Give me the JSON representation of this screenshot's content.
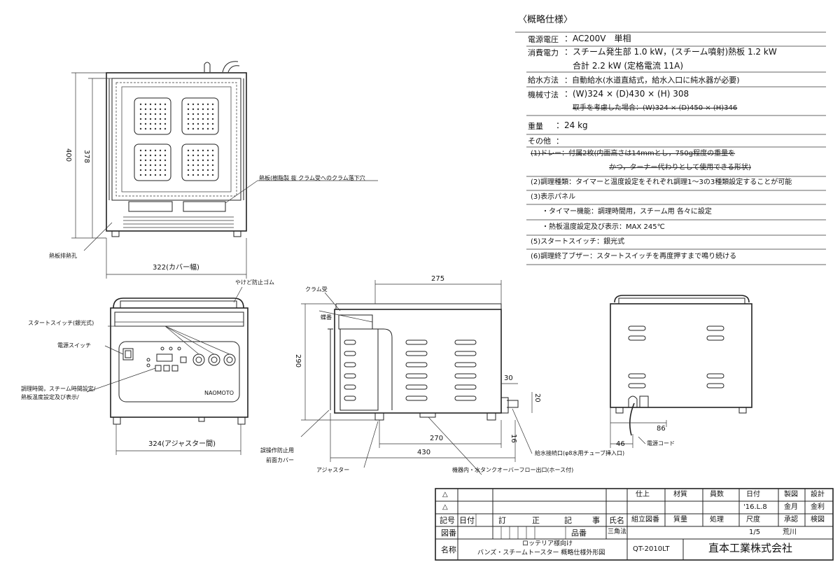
{
  "spec": {
    "heading": "〈概略仕様〉",
    "rows": [
      {
        "label": "電源電圧",
        "value": "：AC200V　単相"
      },
      {
        "label": "消費電力",
        "value": "：スチーム発生部 1.0 kW，(スチーム噴射)熱板 1.2 kW"
      },
      {
        "label": "",
        "value": "合計 2.2 kW (定格電流 11A)"
      },
      {
        "label": "給水方法",
        "value": "：自動給水(水道直結式，給水入口に純水器が必要)"
      },
      {
        "label": "機械寸法",
        "value": "：(W)324 × (D)430 × (H) 308"
      },
      {
        "label": "",
        "value": "取手を考慮した場合：(W)324 × (D)450 × (H)346",
        "strike": true
      },
      {
        "label": "重量",
        "value": "：24 kg"
      },
      {
        "label": "その他",
        "value": "："
      }
    ],
    "notes": [
      {
        "text": "(1)ドレー：付属2枚(内面高さは14mmとし，750g程度の重量を",
        "strike": true
      },
      {
        "text": "かつ，ターナー代わりとして使用できる形状)",
        "strike": true
      },
      {
        "text": "(2)調理種類：タイマーと温度設定をそれぞれ調理1～3の3種類設定することが可能"
      },
      {
        "text": "(3)表示パネル"
      },
      {
        "text": "・タイマー機能：調理時間用，スチーム用 各々に設定"
      },
      {
        "text": "・熱板温度設定及び表示：MAX 245℃"
      },
      {
        "text": "(5)スタートスイッチ：銀光式"
      },
      {
        "text": "(6)調理終了ブザー：スタートスイッチを再度押すまで鳴り続ける"
      }
    ]
  },
  "front_view": {
    "dim_width": "322(カバー幅)",
    "dim_height_outer": "400",
    "dim_height_inner": "378",
    "label_heater": "熱板(樹脂製 抜 クラム受へのクラム落下穴",
    "label_exhaust": "熱板排熱孔"
  },
  "panel_view": {
    "label_rubber": "やけど防止ゴム",
    "label_start": "スタートスイッチ(銀光式)",
    "label_power": "電源スイッチ",
    "label_settings_1": "調理時間，スチーム時間設定/",
    "label_settings_2": "熱板温度設定及び表示/",
    "brand": "NAOMOTO",
    "dim_width": "324(アジャスター間)"
  },
  "side_view": {
    "dim_top": "275",
    "label_crumb": "クラム受",
    "label_hinge": "蝶番",
    "dim_height": "290",
    "dim_inner": "270",
    "dim_depth": "430",
    "dim_30": "30",
    "dim_20": "20",
    "dim_16": "16",
    "label_cover_1": "誤操作防止用",
    "label_cover_2": "前面カバー",
    "label_adjuster": "アジャスター",
    "label_drain": "機器内・水タンクオーバーフロー出口(ホース付)",
    "label_water": "給水接続口(φ8水用チューブ挿入口)"
  },
  "rear_view": {
    "dim_86": "86",
    "dim_46": "46",
    "label_cord": "電源コード"
  },
  "title_block": {
    "h_finish": "仕上",
    "h_material": "材質",
    "h_qty": "員数",
    "h_date": "日付",
    "h_drafter": "製図",
    "h_design": "設計",
    "date_val": "'16.L.8",
    "drafter_name": "金月",
    "design_name": "金利",
    "h_assembly": "組立図番",
    "h_weight": "質量",
    "h_treatment": "処理",
    "h_scale": "尺度",
    "h_approve": "承認",
    "h_check": "検図",
    "scale_val": "1/5",
    "approver_name": "荒川",
    "rev_1": "記号",
    "rev_2": "日付",
    "rev_3": "訂",
    "rev_4": "正",
    "rev_5": "記",
    "rev_6": "事",
    "rev_7": "氏名",
    "h_drawing_no": "図番",
    "h_part_no": "品番",
    "projection": "三角法",
    "h_name": "名称",
    "name_line_1": "ロッテリア様向け",
    "name_line_2": "バンズ・スチームトースター 概略仕様外形図",
    "drawing_code": "QT-2010LT",
    "company": "直本工業株式会社",
    "triangle_1": "△",
    "triangle_2": "△"
  }
}
